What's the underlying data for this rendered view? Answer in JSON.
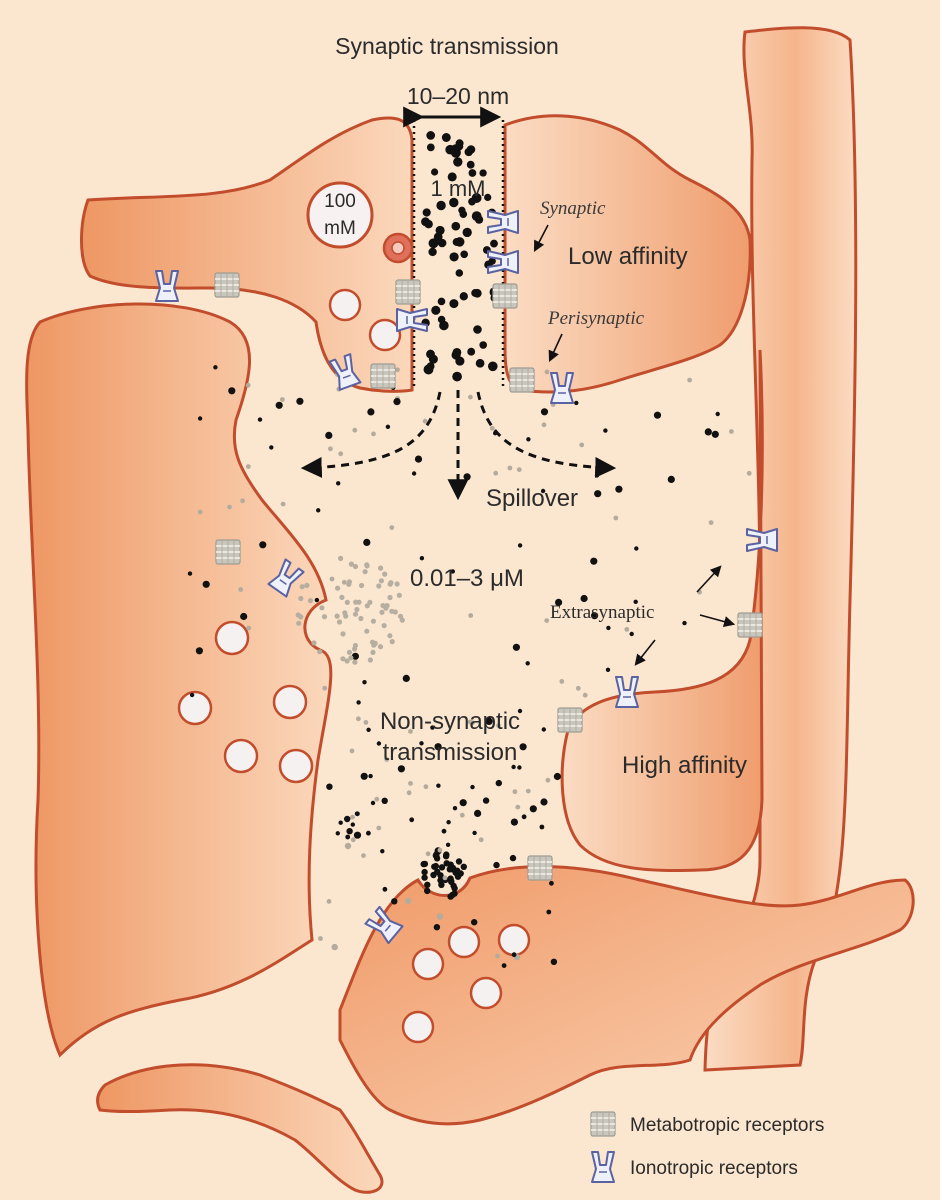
{
  "diagram": {
    "title": "Synaptic transmission",
    "cleft_width": "10–20 nm",
    "cleft_concentration": "1 mM",
    "vesicle_concentration": [
      "100",
      "mM"
    ],
    "synaptic_label": "Synaptic",
    "low_affinity_label": "Low affinity",
    "perisynaptic_label": "Perisynaptic",
    "spillover_label": "Spillover",
    "extracellular_concentration": "0.01–3 μM",
    "extrasynaptic_label": "Extrasynaptic",
    "non_synaptic_label": [
      "Non-synaptic",
      "transmission"
    ],
    "high_affinity_label": "High affinity"
  },
  "legend": {
    "metabotropic": "Metabotropic receptors",
    "ionotropic": "Ionotropic receptors"
  },
  "colors": {
    "background": "#fbe6d0",
    "cell_fill": "#f2a679",
    "cell_outline": "#c24d2c",
    "neurotransmitter": "#111111",
    "ionotropic_receptor": "#6a72b0",
    "metabotropic_receptor": "#a8a8a0"
  }
}
